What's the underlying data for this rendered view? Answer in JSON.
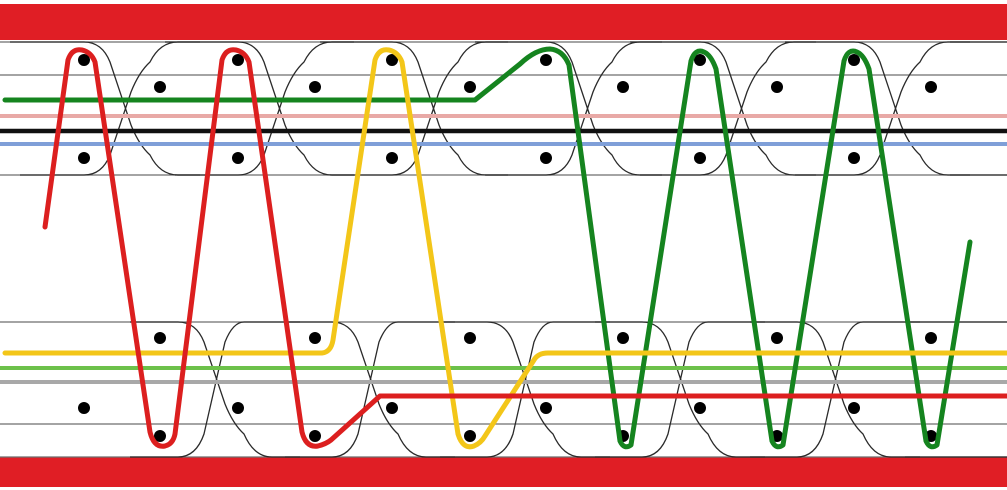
{
  "colors": {
    "background": "#ffffff",
    "border_band": "#e01e25",
    "guide_line": "#6e6e6e",
    "knot_line": "#2a2a2a",
    "dot": "#000000",
    "red_strand": "#dc1f1f",
    "yellow_strand": "#f3c619",
    "green_strand": "#15841f",
    "upper_light_green": "#5fbf3e",
    "upper_pink": "#e8a9a6",
    "upper_black": "#111111",
    "upper_blue": "#7f9fd8",
    "lower_light_green": "#6cc14a",
    "lower_gray": "#a8a8a8"
  },
  "diagram": {
    "bands": [
      "top-band",
      "bottom-band"
    ],
    "strands": [
      "red",
      "yellow",
      "green"
    ]
  }
}
